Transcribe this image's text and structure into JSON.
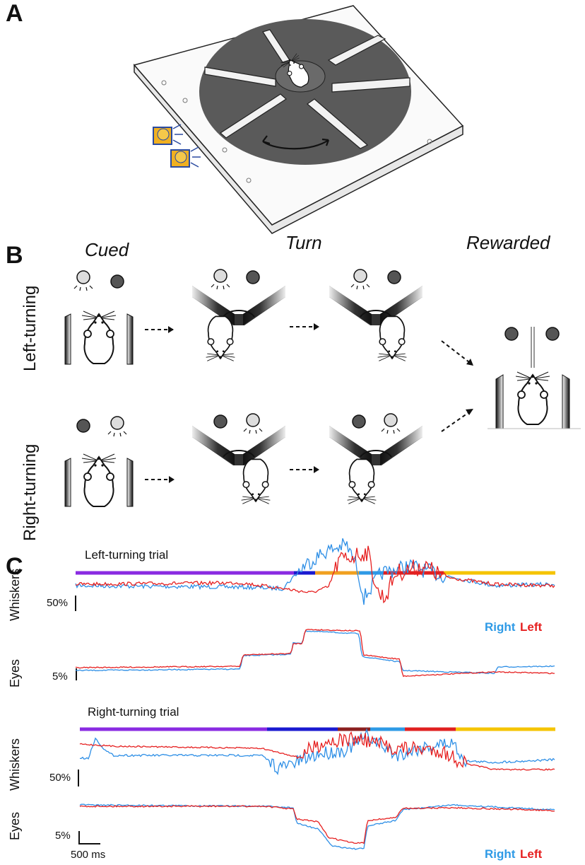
{
  "panels": {
    "a": "A",
    "b": "B",
    "c": "C"
  },
  "stages": {
    "cued": "Cued",
    "turn": "Turn",
    "rewarded": "Rewarded"
  },
  "rows": {
    "left": "Left-turning",
    "right": "Right-turning"
  },
  "traces": {
    "left_trial_title": "Left-turning trial",
    "right_trial_title": "Right-turning trial",
    "whiskers_label": "Whiskers",
    "eyes_label": "Eyes",
    "whisker_scale": "50%",
    "eye_scale": "5%",
    "time_scale": "500 ms",
    "legend_right": "Right",
    "legend_left": "Left"
  },
  "colors": {
    "right_trace": "#2e8fe6",
    "left_trace": "#e62020",
    "cued": "#8a2be2",
    "dark_blue": "#1a1ad0",
    "orange": "#f0a020",
    "light_blue": "#2e9ae6",
    "red": "#e02020",
    "yellow": "#f5c400",
    "dark_red": "#8b2020",
    "lamp": "#f0b020"
  }
}
